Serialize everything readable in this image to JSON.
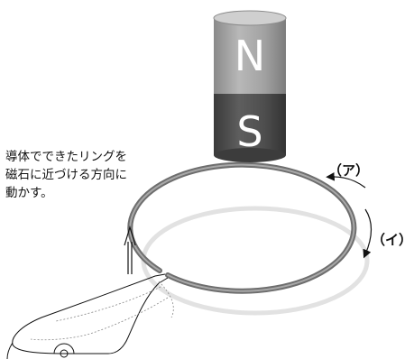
{
  "magnet": {
    "north_letter": "N",
    "south_letter": "S",
    "north_color": "#9a9a9a",
    "south_color": "#4a4a4a",
    "letter_color": "#ffffff"
  },
  "caption": {
    "lines": [
      "導体でできたリングを",
      "磁石に近づける方向に",
      "動かす。"
    ]
  },
  "labels": {
    "a": "（ア）",
    "i": "（イ）"
  },
  "ring": {
    "color": "#7d7d7d",
    "shadow_color": "#dcdcdc"
  }
}
